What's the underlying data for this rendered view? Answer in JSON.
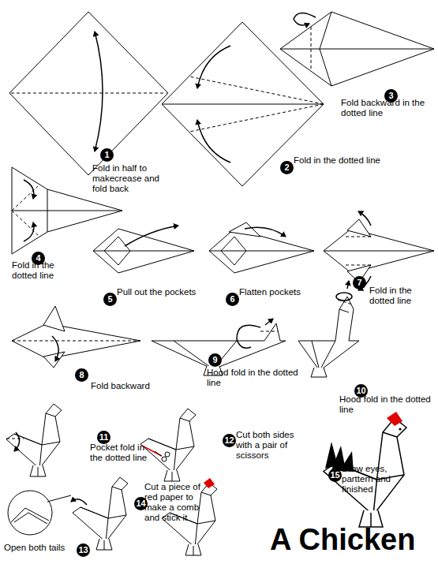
{
  "diagram": {
    "title": "A Chicken",
    "nodes": [
      {
        "text": [
          "1"
        ]
      },
      {
        "text": [
          "2"
        ]
      },
      {
        "text": [
          "3"
        ]
      },
      {
        "text": [
          "4"
        ]
      },
      {
        "text": [
          "5"
        ]
      },
      {
        "text": [
          "6"
        ]
      },
      {
        "text": [
          "7"
        ]
      },
      {
        "text": [
          "8"
        ]
      },
      {
        "text": [
          "9"
        ]
      },
      {
        "text": [
          "10"
        ]
      },
      {
        "text": [
          "11"
        ]
      },
      {
        "text": [
          "12"
        ]
      },
      {
        "text": [
          "13"
        ]
      },
      {
        "text": [
          "14"
        ]
      },
      {
        "text": [
          "15"
        ]
      }
    ],
    "labels": [
      "Fold in half to makecrease and fold back",
      "Fold in the dotted line",
      "Fold backward in the dotted line",
      "Fold in the dotted line",
      "Pull out the pockets",
      "Flatten pockets",
      "Fold in the dotted line",
      "Fold backward",
      "Hood fold in the dotted line",
      "Hood fold in the dotted line",
      "Pocket fold in the dotted line",
      "Cut both sides with a pair of scissors",
      "Open both tails",
      "Cut a piece of red paper to make a comb and stick it",
      "Draw eyes, parttern and finished"
    ]
  }
}
